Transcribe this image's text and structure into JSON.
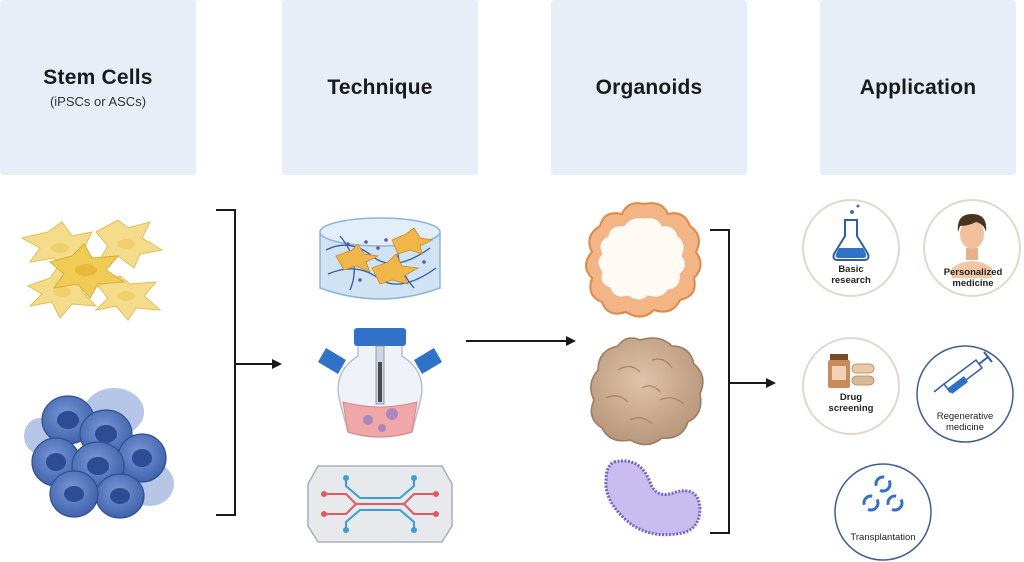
{
  "headers": [
    {
      "title": "Stem Cells",
      "subtitle": "(iPSCs or ASCs)"
    },
    {
      "title": "Technique",
      "subtitle": ""
    },
    {
      "title": "Organoids",
      "subtitle": ""
    },
    {
      "title": "Application",
      "subtitle": ""
    }
  ],
  "applications": {
    "basic_research": "Basic research",
    "personalized_medicine": "Personalized medicine",
    "drug_screening": "Drug screening",
    "regenerative_medicine": "Regenerative medicine",
    "transplantation": "Transplantation"
  },
  "colors": {
    "header_bg": "#e8eef8",
    "yellow_cell": "#f2cf5e",
    "blue_cell": "#4a6fb8",
    "organoid_orange": "#f0b57a",
    "organoid_brown": "#d2b49a",
    "organoid_purple": "#b7a6e6",
    "arrow": "#1a1a1a"
  }
}
